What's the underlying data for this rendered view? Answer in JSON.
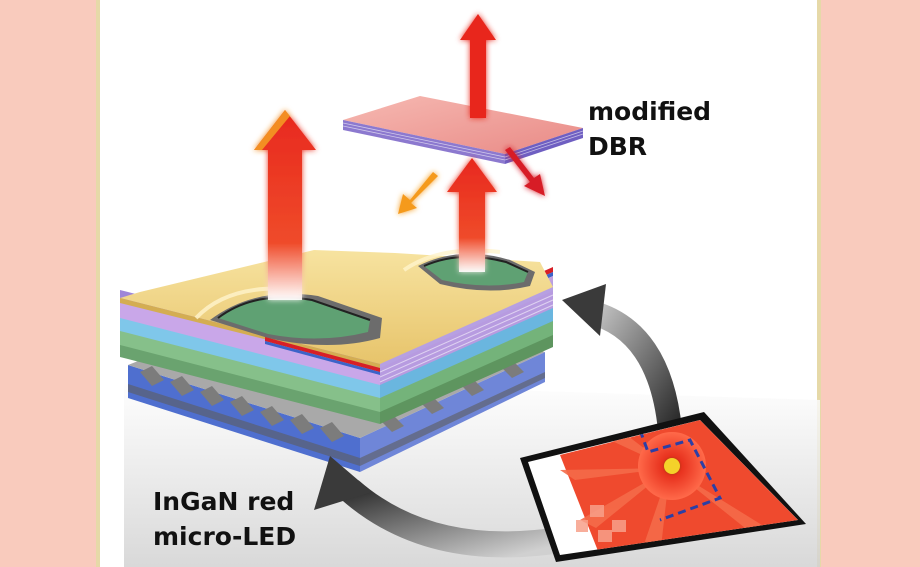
{
  "labels": {
    "dbr_line1": "modified",
    "dbr_line2": "DBR",
    "led_line1": "InGaN red",
    "led_line2": "micro-LED"
  },
  "colors": {
    "outer_background": "#f9cbbd",
    "panel_background": "#ffffff",
    "panel_border": "#e6d9a8",
    "contact_gold": "#f0d78a",
    "emission_red": "#e8281e",
    "emission_orange": "#f59a1c",
    "dbr_pink": "#f2a3a0",
    "dbr_edge_purple": "#7d6bc9",
    "mesa_green": "#5fa173",
    "quantum_well_red": "#d71f26",
    "dbr_layer_blue": "#87cbe8",
    "substrate_gray": "#8c8c8c",
    "process_arrow_gray": "#3a3a3a",
    "photo_flower_red": "#e8321e"
  },
  "icons": [
    "emission-arrow-icon",
    "process-flow-arrow-icon",
    "flower-photo-thumbnail"
  ]
}
